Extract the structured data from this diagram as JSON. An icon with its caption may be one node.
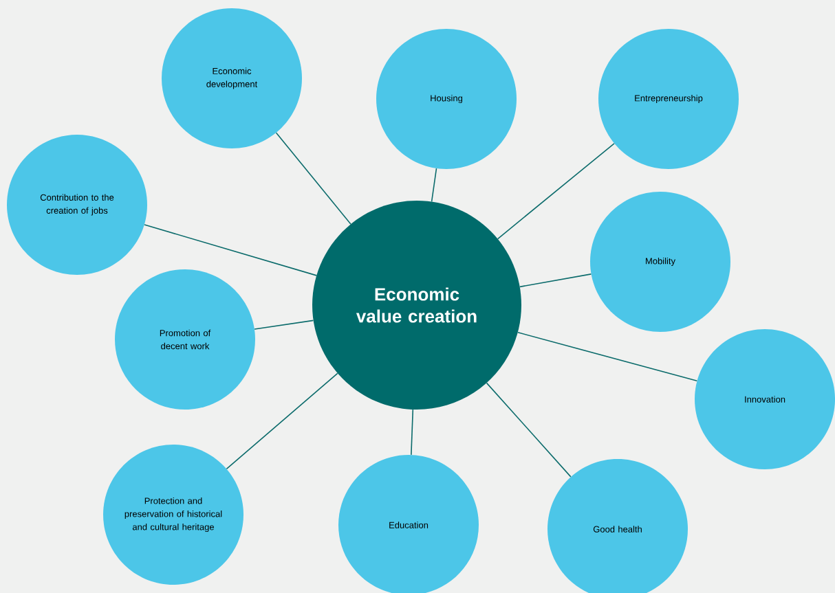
{
  "diagram": {
    "nodes": [
      {
        "text": [
          "Economic value creation"
        ]
      },
      {
        "text": [
          "Economic development"
        ]
      },
      {
        "text": [
          "Housing"
        ]
      },
      {
        "text": [
          "Entrepreneurship"
        ]
      },
      {
        "text": [
          "Contribution to the creation of jobs"
        ]
      },
      {
        "text": [
          "Mobility"
        ]
      },
      {
        "text": [
          "Promotion of decent work"
        ]
      },
      {
        "text": [
          "Innovation"
        ]
      },
      {
        "text": [
          "Protection and preservation of historical and cultural heritage"
        ]
      },
      {
        "text": [
          "Education"
        ]
      },
      {
        "text": [
          "Good health"
        ]
      }
    ],
    "edges": [
      {
        "from": 0,
        "to": 1,
        "arrow": "none"
      },
      {
        "from": 0,
        "to": 2,
        "arrow": "none"
      },
      {
        "from": 0,
        "to": 3,
        "arrow": "none"
      },
      {
        "from": 0,
        "to": 4,
        "arrow": "none"
      },
      {
        "from": 0,
        "to": 5,
        "arrow": "none"
      },
      {
        "from": 0,
        "to": 6,
        "arrow": "none"
      },
      {
        "from": 0,
        "to": 7,
        "arrow": "none"
      },
      {
        "from": 0,
        "to": 8,
        "arrow": "none"
      },
      {
        "from": 0,
        "to": 9,
        "arrow": "none"
      },
      {
        "from": 0,
        "to": 10,
        "arrow": "none"
      }
    ]
  }
}
